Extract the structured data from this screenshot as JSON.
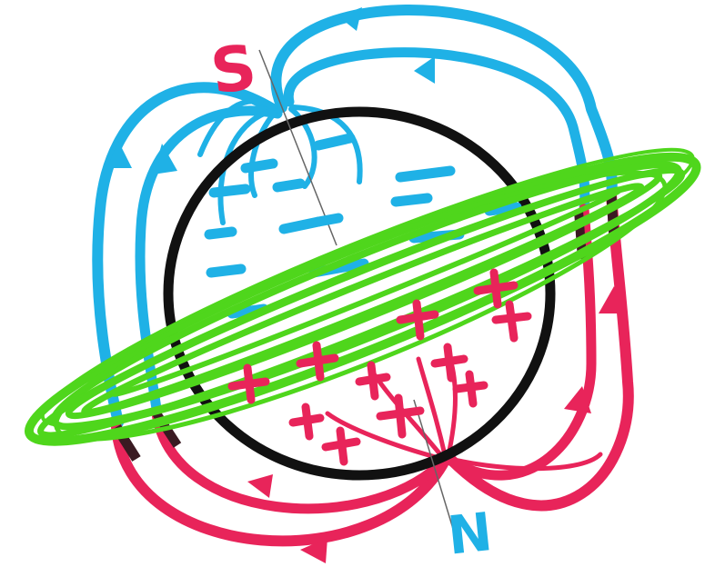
{
  "labels": {
    "south_pole": "S",
    "north_pole": "N"
  },
  "colors": {
    "sphere_outline": "#111111",
    "ring": "#4fd61c",
    "negative_charge_and_field": "#1fb1e6",
    "positive_charge_and_field": "#e8245a",
    "background": "#ffffff"
  },
  "charges": {
    "top_hemisphere_sign": "-",
    "bottom_hemisphere_sign": "+"
  },
  "icons": {
    "arrowhead": "arrow-icon",
    "sphere": "circle-outline",
    "ring": "ellipse-scribble"
  }
}
